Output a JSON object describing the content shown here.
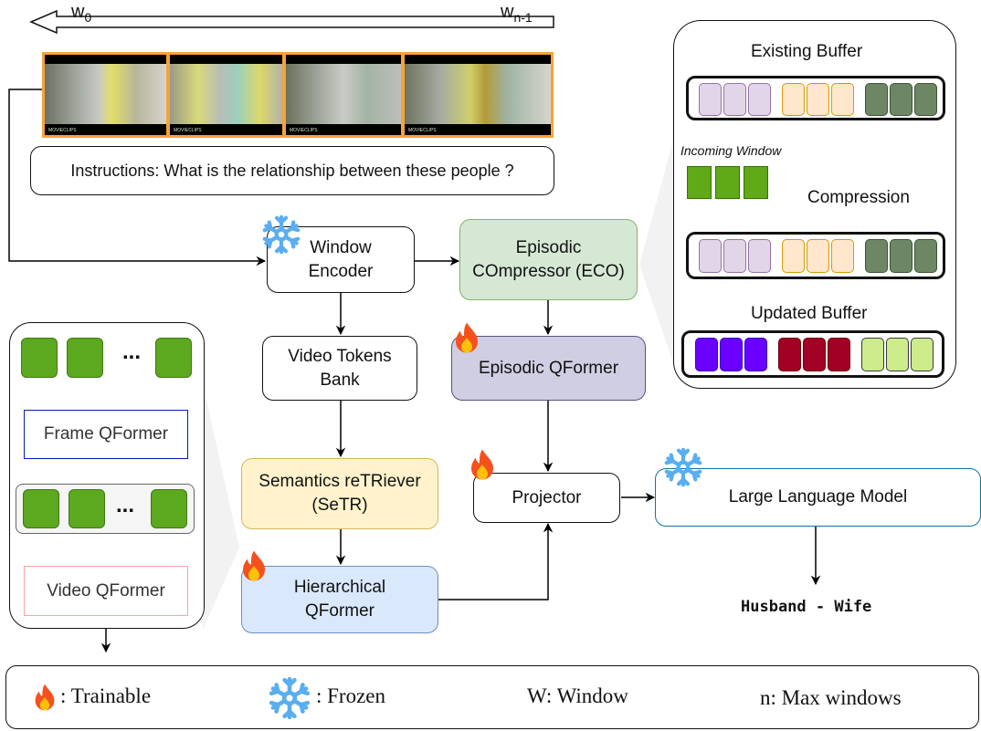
{
  "video_strip": {
    "start_label": "w",
    "start_sub": "0",
    "end_label": "w",
    "end_sub": "n-1",
    "frames": [
      {
        "watermark": "MOVIECLIPS"
      },
      {
        "watermark": "MOVIECLIPS"
      },
      {
        "watermark": "MOVIECLIPS"
      },
      {
        "watermark": "MOVIECLIPS"
      }
    ],
    "frame_border_color": "#f5a33a"
  },
  "instruction": "Instructions: What is the relationship between these people ?",
  "blocks": {
    "window_encoder": {
      "line1": "Window",
      "line2": "Encoder",
      "status": "frozen"
    },
    "eco": {
      "line1": "Episodic",
      "line2": "COmpressor (ECO)",
      "color": "#d5e8d4"
    },
    "video_tokens_bank": {
      "line1": "Video Tokens",
      "line2": "Bank"
    },
    "episodic_qformer": {
      "label": "Episodic QFormer",
      "status": "trainable",
      "color": "#d0cee2"
    },
    "setr": {
      "line1": "Semantics reTRiever",
      "line2": "(SeTR)",
      "color": "#fff2cc"
    },
    "hierarchical_qformer": {
      "line1": "Hierarchical",
      "line2": "QFormer",
      "status": "trainable",
      "color": "#dae8fc"
    },
    "projector": {
      "label": "Projector",
      "status": "trainable"
    },
    "llm": {
      "label": "Large Language Model",
      "status": "frozen"
    }
  },
  "output": "Husband - Wife",
  "hierarchical_detail": {
    "ellipsis": "...",
    "frame_qformer": "Frame QFormer",
    "video_qformer": "Video QFormer"
  },
  "buffer_panel": {
    "existing_title": "Existing Buffer",
    "incoming_title": "Incoming Window",
    "compression_label": "Compression",
    "updated_title": "Updated Buffer",
    "existing_colors": [
      "#e1d5e7",
      "#ffe6cc",
      "#6d8764"
    ],
    "updated_colors": [
      "#6a00ff",
      "#a20025",
      "#cdeb8b"
    ]
  },
  "legend": {
    "trainable": ": Trainable",
    "frozen": ": Frozen",
    "window": "W: Window",
    "max_windows": "n: Max windows"
  }
}
